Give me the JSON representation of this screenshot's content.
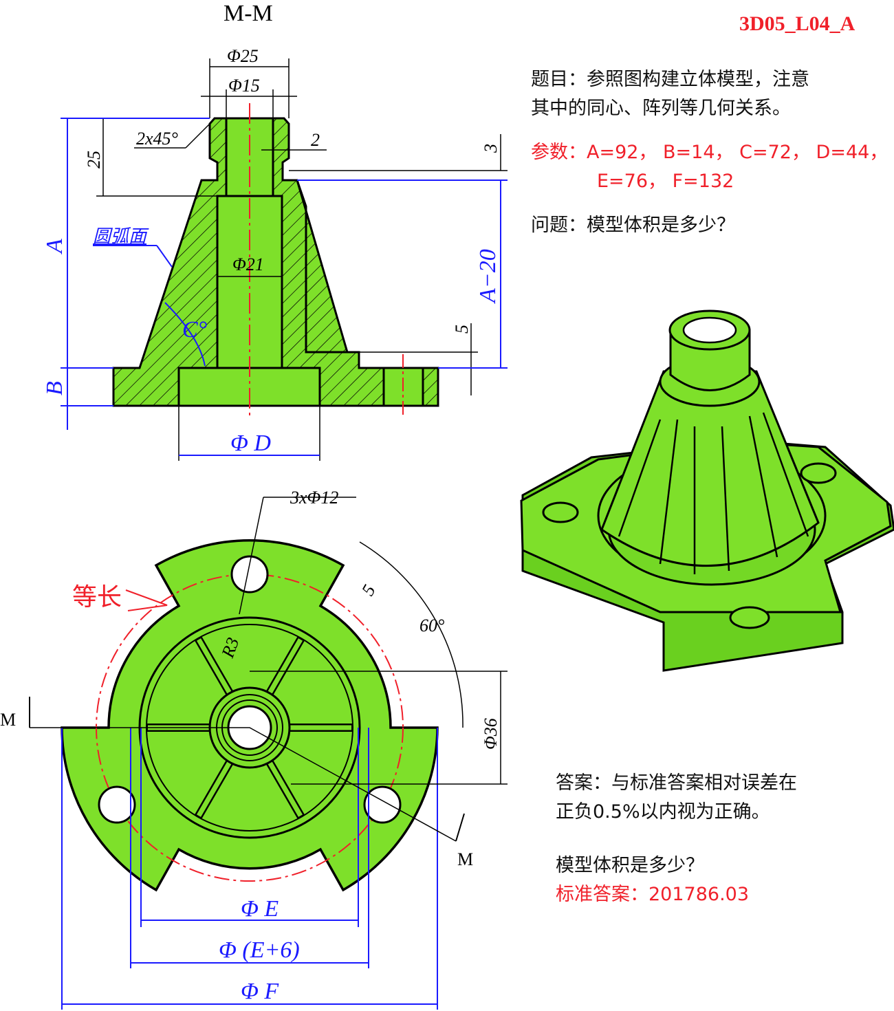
{
  "header": {
    "code": "3D05_L04_A",
    "section_label": "M-M"
  },
  "task": {
    "line1": "题目：参照图构建立体模型，注意",
    "line2": "其中的同心、阵列等几何关系。",
    "params_line1": "参数：A=92，  B=14， C=72， D=44，",
    "params_line2": "E=76，  F=132",
    "question": "问题：模型体积是多少？"
  },
  "answer": {
    "line1": "答案：与标准答案相对误差在",
    "line2": "正负0.5%以内视为正确。",
    "question": "模型体积是多少？",
    "standard": "标准答案：201786.03"
  },
  "section_dims": {
    "d25": "Φ25",
    "d15": "Φ15",
    "chamfer": "2x45°",
    "two": "2",
    "three": "3",
    "h25": "25",
    "A": "A",
    "B": "B",
    "arc_face": "圆弧面",
    "d21": "Φ21",
    "C": "C°",
    "A20": "A−20",
    "five": "5",
    "D": "Φ D"
  },
  "top_dims": {
    "holes": "3xΦ12",
    "equal_len": "等长",
    "R3": "R3",
    "five": "5",
    "angle": "60°",
    "d36": "Φ36",
    "M_left": "M",
    "M_right": "M",
    "E": "Φ E",
    "E6": "Φ (E+6)",
    "F": "Φ F"
  },
  "colors": {
    "part": "#7ee02a",
    "dim": "#1a1aff",
    "accent": "#f0202a"
  }
}
